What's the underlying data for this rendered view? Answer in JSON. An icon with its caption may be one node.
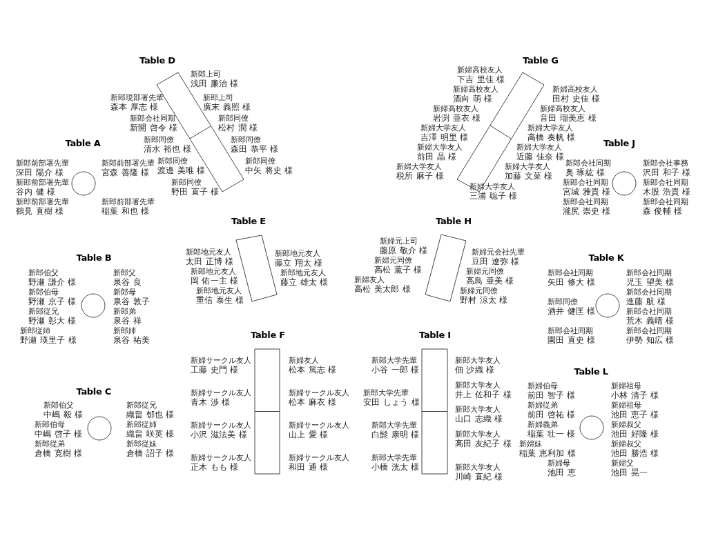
{
  "diagram": {
    "nodes": [
      {
        "text": [
          "Table D"
        ],
        "beside": [
          "新郎上司",
          "浅田 廉治 様",
          "新郎現部署先輩",
          "森本 厚志 様",
          "新郎上司",
          "廣末 義照 様",
          "新郎会社同期",
          "新開 啓令 様",
          "新郎同僚",
          "松村 潤 様",
          "新郎同僚",
          "清水 裕也 様",
          "新郎同僚",
          "森田 恭平 様",
          "新郎同僚",
          "渡邊 美唯 様",
          "新郎同僚",
          "中矢 将史 様",
          "新郎同僚",
          "野田 直子 様"
        ]
      },
      {
        "text": [
          "Table G"
        ],
        "beside": [
          "新婦高校友人",
          "下吉 里佳 様",
          "新婦高校友人",
          "酒向 萌 様",
          "新婦高校友人",
          "田村 史佳 様",
          "新婦高校友人",
          "岩渕 亜衣 様",
          "新婦高校友人",
          "音田 瑠美恵 様",
          "新婦大学友人",
          "吉澤 明里 様",
          "新婦大学友人",
          "高橋 奏帆 様",
          "新婦大学友人",
          "前田 晶 様",
          "新婦大学友人",
          "近藤 佳奈 様",
          "新婦大学友人",
          "税所 麻子 様",
          "新婦大学友人",
          "加藤 文菜 様",
          "新婦大学友人",
          "三浦 聡子 様"
        ]
      },
      {
        "text": [
          "Table A"
        ],
        "beside": [
          "新郎前部署先輩",
          "深田 陽介 様",
          "新郎前部署先輩",
          "宮森 善隆 様",
          "新郎前部署先輩",
          "谷内 健 様",
          "新郎前部署先輩",
          "鶴見 直樹 様",
          "新郎前部署先輩",
          "稲葉 和也 様"
        ]
      },
      {
        "text": [
          "Table J"
        ],
        "beside": [
          "新郎会社同期",
          "奥 琢紘 様",
          "新郎会社事務",
          "沢田 和子 様",
          "新郎会社同期",
          "宮城 雅貴 様",
          "新郎会社同期",
          "木股 浩貴 様",
          "新郎会社同期",
          "瀧尻 崇史 様",
          "新郎会社同期",
          "森 俊輔 様"
        ]
      },
      {
        "text": [
          "Table E"
        ],
        "beside": [
          "新郎地元友人",
          "太田 正博 様",
          "新郎地元友人",
          "藤立 翔太 様",
          "新郎地元友人",
          "岡 佑一主 様",
          "新郎地元友人",
          "藤立 雄太 様",
          "新郎地元友人",
          "重信 泰生 様"
        ]
      },
      {
        "text": [
          "Table H"
        ],
        "beside": [
          "新婦元上司",
          "藤原 敬介 様",
          "新婦元会社先輩",
          "豆田 遼弥 様",
          "新婦元同僚",
          "高松 薫子 様",
          "新婦元同僚",
          "高鳥 亜美 様",
          "新婦友人",
          "高松 美太郎 様",
          "新婦元同僚",
          "野村 涼太 様"
        ]
      },
      {
        "text": [
          "Table B"
        ],
        "beside": [
          "新郎伯父",
          "野瀬 謙介 様",
          "新郎父",
          "泉谷 良",
          "新郎伯母",
          "野瀬 京子 様",
          "新郎母",
          "泉谷 敦子",
          "新郎従兄",
          "野瀬 彰大 様",
          "新郎弟",
          "泉谷 祥",
          "新郎従姉",
          "野瀬 瑛里子 様",
          "新郎姉",
          "泉谷 祐美"
        ]
      },
      {
        "text": [
          "Table K"
        ],
        "beside": [
          "新郎会社同期",
          "矢田 修大 様",
          "新郎会社同期",
          "児玉 望美 様",
          "新郎会社同期",
          "進藤 航 様",
          "新郎同僚",
          "酒井 健匡 様",
          "新郎会社同期",
          "荒木 義晴 様",
          "新郎会社同期",
          "園田 直史 様",
          "新郎会社同期",
          "伊勢 知広 様"
        ]
      },
      {
        "text": [
          "Table F"
        ],
        "beside": [
          "新婦サークル友人",
          "工藤 史門 様",
          "新婦友人",
          "松本 篤志 様",
          "新婦サークル友人",
          "青木 渉 様",
          "新婦サークル友人",
          "松本 麻衣 様",
          "新婦サークル友人",
          "小沢 滋法美 様",
          "新婦サークル友人",
          "山上 愛 様",
          "新婦サークル友人",
          "正木 もも 様",
          "新婦サークル友人",
          "和田 通 様"
        ]
      },
      {
        "text": [
          "Table I"
        ],
        "beside": [
          "新郎大学先輩",
          "小谷 一郎 様",
          "新郎大学友人",
          "佃 沙織 様",
          "新郎大学友人",
          "井上 佐和子 様",
          "新郎大学先輩",
          "安田 しょう 様",
          "新郎大学友人",
          "山口 志織 様",
          "新郎大学先輩",
          "白髭 康明 様",
          "新郎大学友人",
          "高田 友紀子 様",
          "新郎大学先輩",
          "小橋 洸太 様",
          "新郎大学友人",
          "川崎 直紀 様"
        ]
      },
      {
        "text": [
          "Table L"
        ],
        "beside": [
          "新婦伯母",
          "前田 智子 様",
          "新婦祖母",
          "小林 清子 様",
          "新婦従弟",
          "前田 啓祐 様",
          "新婦祖母",
          "池田 恵子 様",
          "新婦義弟",
          "稲葉 壮一 様",
          "新婦叔父",
          "池田 好隆 様",
          "新婦妹",
          "稲葉 恵利加 様",
          "新婦叔父",
          "池田 勝浩 様",
          "新婦母",
          "池田 恵",
          "新婦父",
          "池田 晃一"
        ]
      },
      {
        "text": [
          "Table C"
        ],
        "beside": [
          "新郎伯父",
          "中嶋 毅 様",
          "新郎従兄",
          "織畠 郁也 様",
          "新郎伯母",
          "中嶋 啓子 様",
          "新郎従姉",
          "織畠 咲英 様",
          "新郎従弟",
          "倉橋 寛樹 様",
          "新郎従妹",
          "倉橋 詔子 様"
        ]
      }
    ]
  }
}
